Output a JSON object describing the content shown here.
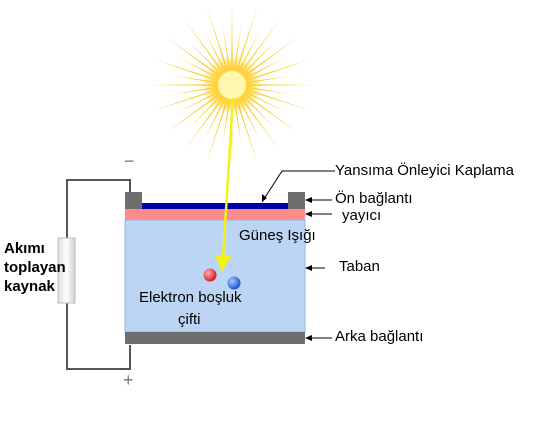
{
  "labels": {
    "anti_reflective_coating": "Yansıma Önleyici Kaplama",
    "front_contact": "Ön bağlantı",
    "emitter": "yayıcı",
    "substrate": "Taban",
    "back_contact": "Arka bağlantı",
    "sunlight": "Güneş Işığı",
    "electron_hole_pair_line1": "Elektron boşluk",
    "electron_hole_pair_line2": "çifti",
    "current_source_line1": "Akımı",
    "current_source_line2": "toplayan",
    "current_source_line3": "kaynak",
    "minus": "−",
    "plus": "+"
  },
  "colors": {
    "sun_core": "#ffd23a",
    "sun_rays": "#f5c400",
    "coating": "#0000aa",
    "emitter": "#ff8a8a",
    "substrate": "#bcd5f5",
    "contacts": "#6e6e6e",
    "wire": "#555555",
    "light_arrow": "#f2f21a",
    "electron": "#e03030",
    "hole": "#2a6adb"
  }
}
